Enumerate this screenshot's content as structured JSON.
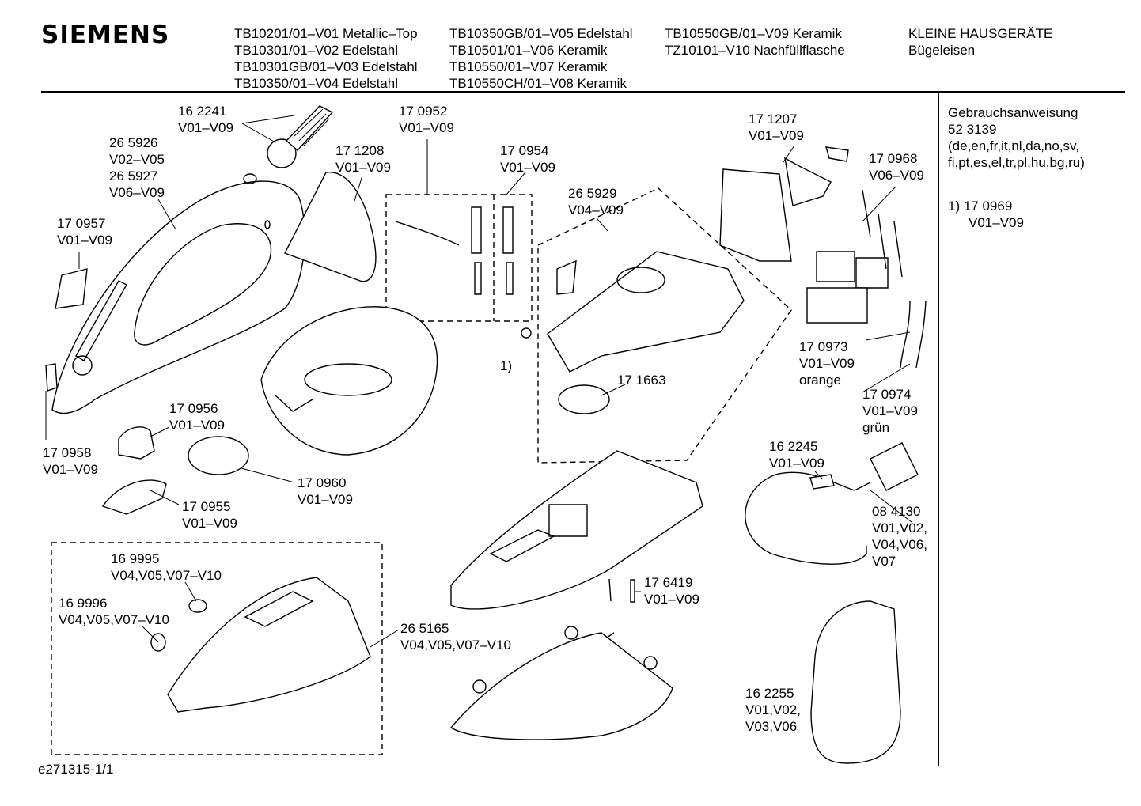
{
  "header": {
    "brand": "SIEMENS",
    "col1": [
      "TB10201/01–V01 Metallic–Top",
      "TB10301/01–V02 Edelstahl",
      "TB10301GB/01–V03 Edelstahl",
      "TB10350/01–V04 Edelstahl"
    ],
    "col2": [
      "TB10350GB/01–V05 Edelstahl",
      "TB10501/01–V06 Keramik",
      "TB10550/01–V07 Keramik",
      "TB10550CH/01–V08 Keramik"
    ],
    "col3": [
      "TB10550GB/01–V09 Keramik",
      "TZ10101–V10 Nachfüllflasche"
    ],
    "category": [
      "KLEINE HAUSGERÄTE",
      "Bügeleisen"
    ]
  },
  "sidebar": {
    "manual_lines": [
      "Gebrauchsanweisung",
      "52 3139",
      "(de,en,fr,it,nl,da,no,sv,",
      "fi,pt,es,el,tr,pl,hu,bg,ru)"
    ],
    "note_line1": "1)  17 0969",
    "note_line2": "V01–V09"
  },
  "parts": [
    {
      "id": "p162241",
      "lines": [
        "16 2241",
        "V01–V09"
      ]
    },
    {
      "id": "p265926",
      "lines": [
        "26 5926",
        "V02–V05",
        "26 5927",
        "V06–V09"
      ]
    },
    {
      "id": "p171208",
      "lines": [
        "17 1208",
        "V01–V09"
      ]
    },
    {
      "id": "p170952",
      "lines": [
        "17 0952",
        "V01–V09"
      ]
    },
    {
      "id": "p170954",
      "lines": [
        "17 0954",
        "V01–V09"
      ]
    },
    {
      "id": "p171207",
      "lines": [
        "17 1207",
        "V01–V09"
      ]
    },
    {
      "id": "p170968",
      "lines": [
        "17 0968",
        "V06–V09"
      ]
    },
    {
      "id": "p265929",
      "lines": [
        "26 5929",
        "V04–V09"
      ]
    },
    {
      "id": "p170957",
      "lines": [
        "17 0957",
        "V01–V09"
      ]
    },
    {
      "id": "pnote1",
      "lines": [
        "1)"
      ]
    },
    {
      "id": "p170973",
      "lines": [
        "17 0973",
        "V01–V09",
        "orange"
      ]
    },
    {
      "id": "p171663",
      "lines": [
        "17 1663"
      ]
    },
    {
      "id": "p170974",
      "lines": [
        "17 0974",
        "V01–V09",
        "grün"
      ]
    },
    {
      "id": "p170956",
      "lines": [
        "17 0956",
        "V01–V09"
      ]
    },
    {
      "id": "p170958",
      "lines": [
        "17 0958",
        "V01–V09"
      ]
    },
    {
      "id": "p162245",
      "lines": [
        "16 2245",
        "V01–V09"
      ]
    },
    {
      "id": "p170960",
      "lines": [
        "17 0960",
        "V01–V09"
      ]
    },
    {
      "id": "p170955",
      "lines": [
        "17 0955",
        "V01–V09"
      ]
    },
    {
      "id": "p084130",
      "lines": [
        "08 4130",
        "V01,V02,",
        "V04,V06,",
        "V07"
      ]
    },
    {
      "id": "p169995",
      "lines": [
        "16 9995",
        "V04,V05,V07–V10"
      ]
    },
    {
      "id": "p169996",
      "lines": [
        "16 9996",
        "V04,V05,V07–V10"
      ]
    },
    {
      "id": "p176419",
      "lines": [
        "17 6419",
        "V01–V09"
      ]
    },
    {
      "id": "p265165",
      "lines": [
        "26 5165",
        "V04,V05,V07–V10"
      ]
    },
    {
      "id": "p162255",
      "lines": [
        "16 2255",
        "V01,V02,",
        "V03,V06"
      ]
    }
  ],
  "footer": {
    "code": "e271315-1/1"
  }
}
